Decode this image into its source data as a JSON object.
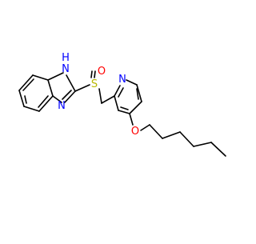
{
  "colors": {
    "bond": "#000000",
    "nitrogen": "#0000ff",
    "oxygen": "#ff0000",
    "sulfur": "#b8b800",
    "background": "#ffffff"
  },
  "atoms": {
    "n_h": "N",
    "h": "H",
    "n_imine": "N",
    "s": "S",
    "o_sulfoxide": "O",
    "n_pyridine": "N",
    "o_ether": "O"
  }
}
